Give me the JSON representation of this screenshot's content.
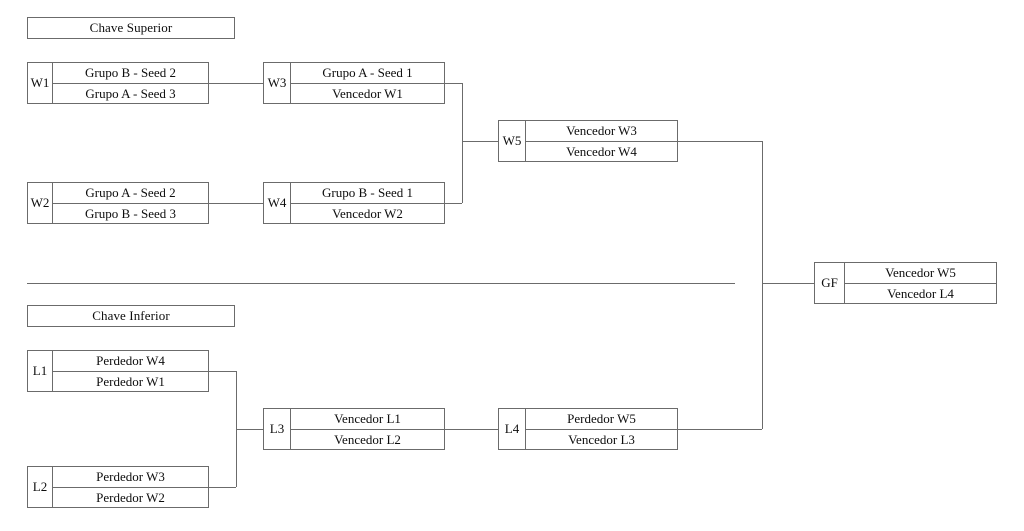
{
  "diagram": {
    "title_upper_bracket": "Chave Superior",
    "title_lower_bracket": "Chave Inferior",
    "matches": {
      "W1": {
        "code": "W1",
        "top": "Grupo B - Seed 2",
        "bottom": "Grupo A - Seed 3"
      },
      "W2": {
        "code": "W2",
        "top": "Grupo A - Seed 2",
        "bottom": "Grupo B - Seed 3"
      },
      "W3": {
        "code": "W3",
        "top": "Grupo A - Seed 1",
        "bottom": "Vencedor W1"
      },
      "W4": {
        "code": "W4",
        "top": "Grupo B - Seed 1",
        "bottom": "Vencedor W2"
      },
      "W5": {
        "code": "W5",
        "top": "Vencedor W3",
        "bottom": "Vencedor W4"
      },
      "L1": {
        "code": "L1",
        "top": "Perdedor W4",
        "bottom": "Perdedor W1"
      },
      "L2": {
        "code": "L2",
        "top": "Perdedor W3",
        "bottom": "Perdedor W2"
      },
      "L3": {
        "code": "L3",
        "top": "Vencedor L1",
        "bottom": "Vencedor L2"
      },
      "L4": {
        "code": "L4",
        "top": "Perdedor W5",
        "bottom": "Vencedor L3"
      },
      "GF": {
        "code": "GF",
        "top": "Vencedor W5",
        "bottom": "Vencedor L4"
      }
    },
    "colors": {
      "line": "#6b6b6b",
      "text": "#0d0d0d",
      "background": "#ffffff"
    }
  }
}
